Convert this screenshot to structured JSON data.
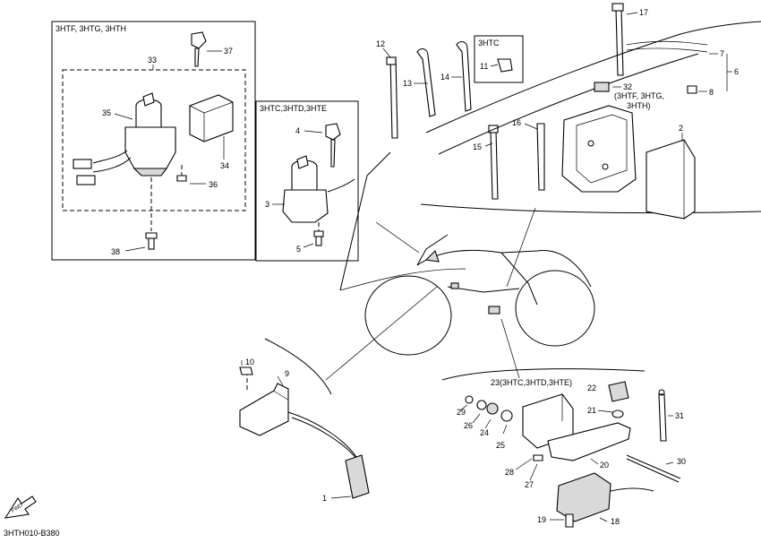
{
  "diagram": {
    "code": "3HTH010-B380",
    "fwd_label": "FWD",
    "boxes": {
      "top_left": "3HTF, 3HTG, 3HTH",
      "middle": "3HTC,3HTD,3HTE",
      "small_top": "3HTC",
      "variant_32": "(3HTF, 3HTG,",
      "variant_32b": "3HTH)",
      "variant_23": "23(3HTC,3HTD,3HTE)"
    },
    "callouts": [
      "1",
      "2",
      "3",
      "4",
      "5",
      "6",
      "7",
      "8",
      "9",
      "10",
      "11",
      "12",
      "13",
      "14",
      "15",
      "16",
      "17",
      "18",
      "19",
      "20",
      "21",
      "22",
      "24",
      "25",
      "26",
      "27",
      "28",
      "29",
      "30",
      "31",
      "32",
      "33",
      "34",
      "35",
      "36",
      "37",
      "38"
    ]
  }
}
